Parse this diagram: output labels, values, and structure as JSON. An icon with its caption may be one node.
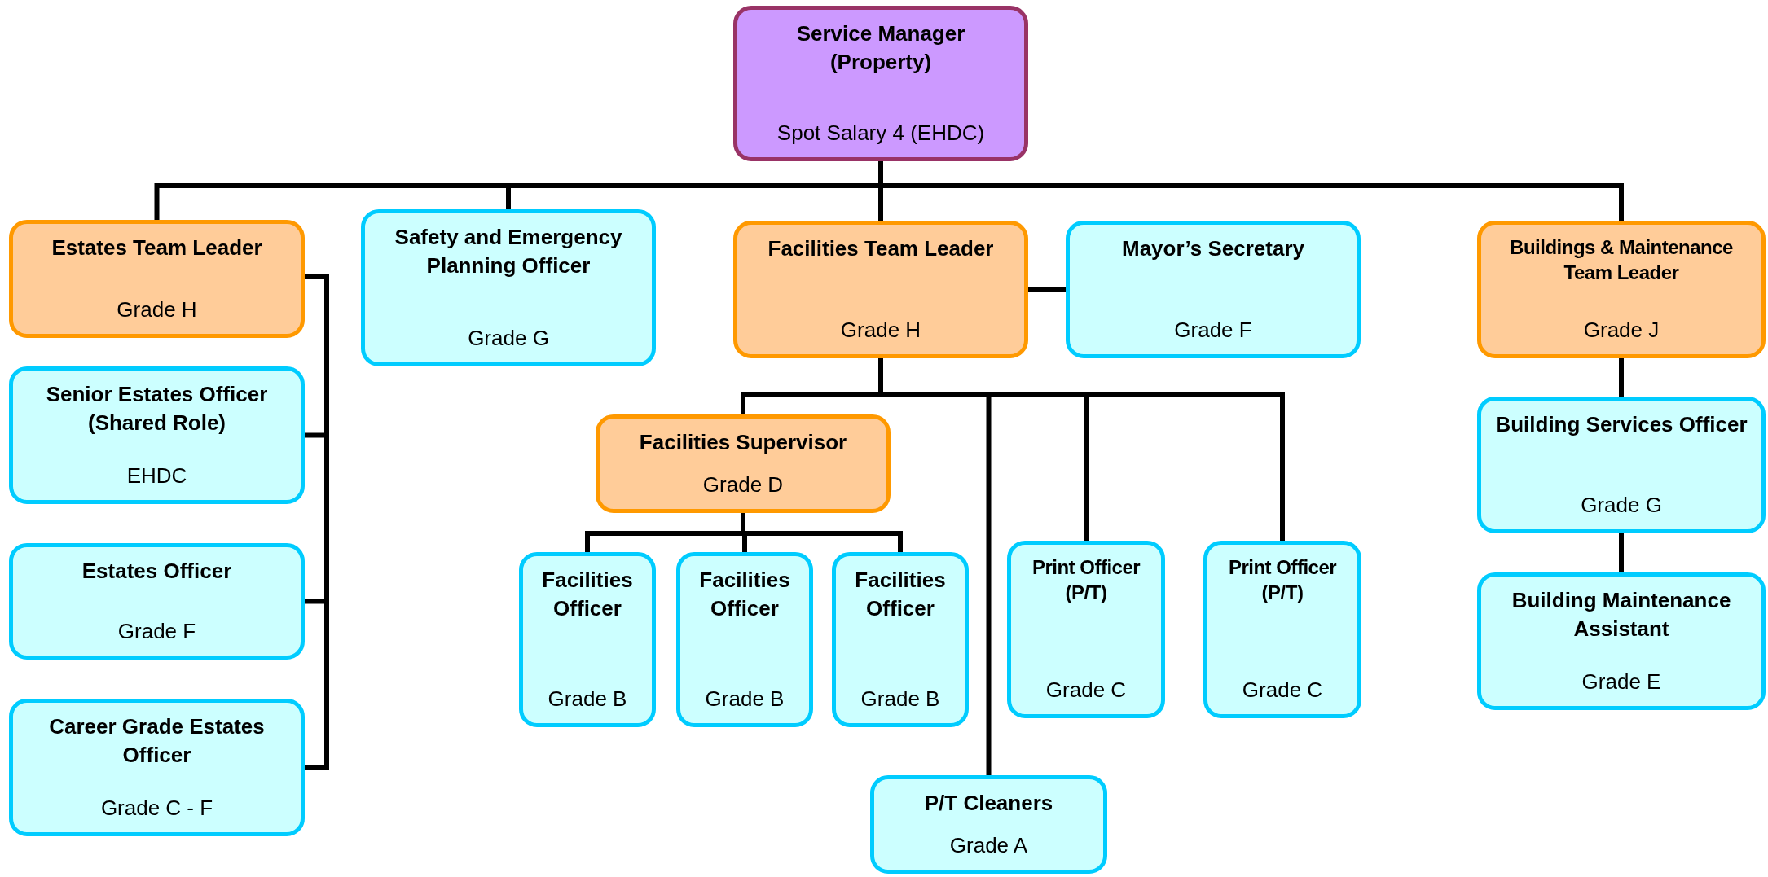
{
  "diagram": {
    "nodes": [
      {
        "text": [
          "Service Manager (Property)",
          "Spot Salary 4 (EHDC)"
        ]
      },
      {
        "text": [
          "Estates Team Leader",
          "Grade H"
        ]
      },
      {
        "text": [
          "Safety and Emergency Planning Officer",
          "Grade G"
        ]
      },
      {
        "text": [
          "Facilities Team Leader",
          "Grade H"
        ]
      },
      {
        "text": [
          "Mayor’s Secretary",
          "Grade F"
        ]
      },
      {
        "text": [
          "Buildings & Maintenance Team Leader",
          "Grade J"
        ]
      },
      {
        "text": [
          "Senior Estates Officer (Shared Role)",
          "EHDC"
        ]
      },
      {
        "text": [
          "Estates Officer",
          "Grade F"
        ]
      },
      {
        "text": [
          "Career Grade Estates Officer",
          "Grade C - F"
        ]
      },
      {
        "text": [
          "Facilities Supervisor",
          "Grade D"
        ]
      },
      {
        "text": [
          "Facilities Officer",
          "Grade B"
        ]
      },
      {
        "text": [
          "Facilities Officer",
          "Grade B"
        ]
      },
      {
        "text": [
          "Facilities Officer",
          "Grade B"
        ]
      },
      {
        "text": [
          "Print Officer (P/T)",
          "Grade C"
        ]
      },
      {
        "text": [
          "Print Officer (P/T)",
          "Grade C"
        ]
      },
      {
        "text": [
          "P/T Cleaners",
          "Grade A"
        ]
      },
      {
        "text": [
          "Building Services Officer",
          "Grade G"
        ]
      },
      {
        "text": [
          "Building Maintenance Assistant",
          "Grade E"
        ]
      }
    ],
    "edges": [
      {
        "from": 0,
        "to": 1,
        "arrow": "none"
      },
      {
        "from": 0,
        "to": 2,
        "arrow": "none"
      },
      {
        "from": 0,
        "to": 3,
        "arrow": "none"
      },
      {
        "from": 0,
        "to": 5,
        "arrow": "none"
      },
      {
        "from": 3,
        "to": 4,
        "arrow": "none"
      },
      {
        "from": 1,
        "to": 6,
        "arrow": "none"
      },
      {
        "from": 1,
        "to": 7,
        "arrow": "none"
      },
      {
        "from": 1,
        "to": 8,
        "arrow": "none"
      },
      {
        "from": 3,
        "to": 9,
        "arrow": "none"
      },
      {
        "from": 3,
        "to": 15,
        "arrow": "none"
      },
      {
        "from": 3,
        "to": 13,
        "arrow": "none"
      },
      {
        "from": 3,
        "to": 14,
        "arrow": "none"
      },
      {
        "from": 9,
        "to": 10,
        "arrow": "none"
      },
      {
        "from": 9,
        "to": 11,
        "arrow": "none"
      },
      {
        "from": 9,
        "to": 12,
        "arrow": "none"
      },
      {
        "from": 5,
        "to": 16,
        "arrow": "none"
      },
      {
        "from": 16,
        "to": 17,
        "arrow": "none"
      }
    ]
  }
}
